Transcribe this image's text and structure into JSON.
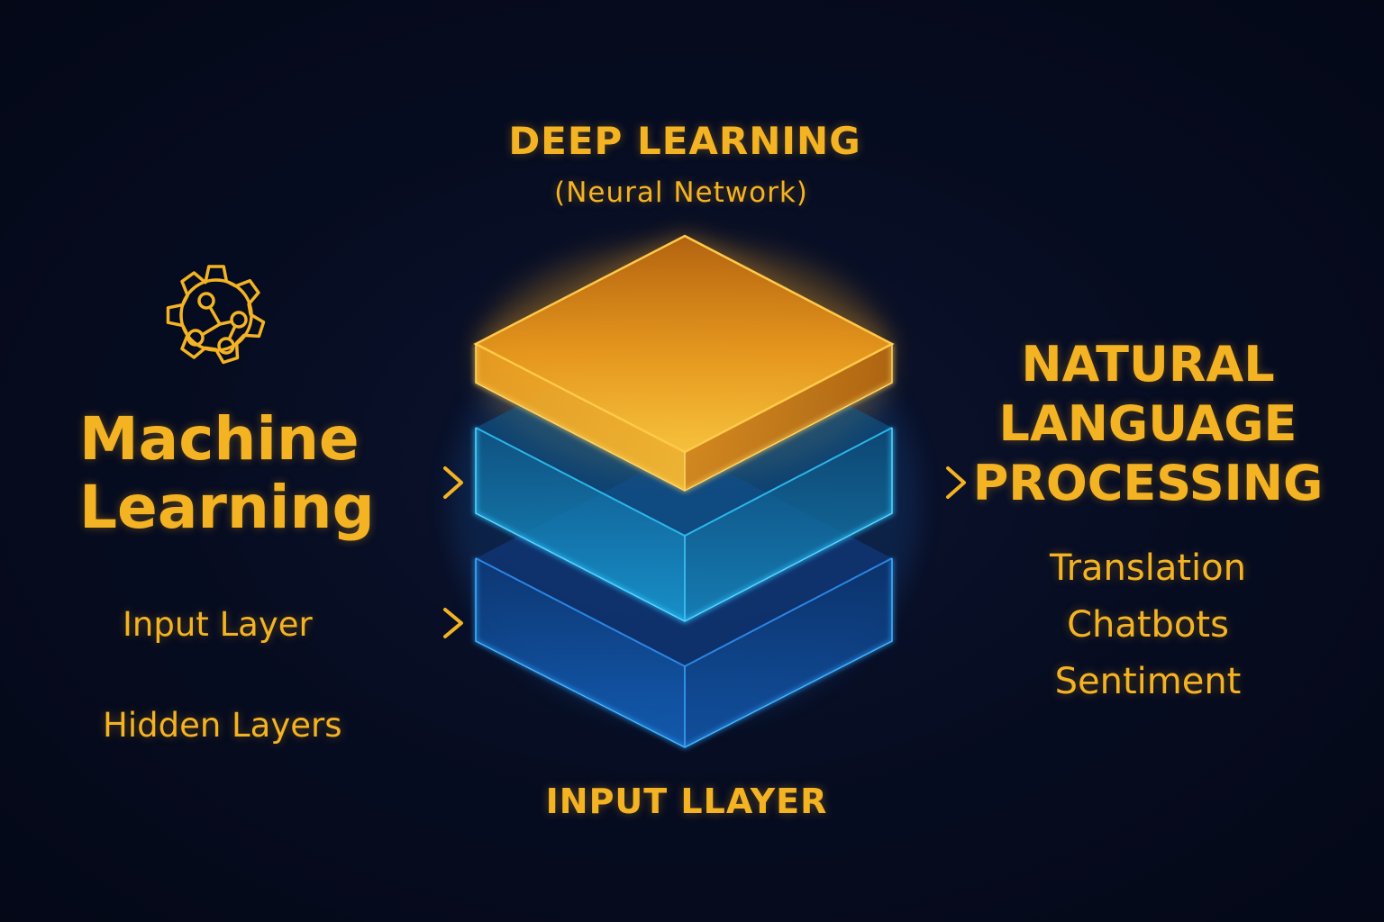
{
  "header": {
    "title": "DEEP LEARNING",
    "subtitle": "(Neural Network)"
  },
  "left": {
    "icon": "gear-network-icon",
    "title_line1": "Machine",
    "title_line2": "Learning",
    "labels": [
      "Input Layer",
      "Hidden Layers"
    ]
  },
  "right": {
    "title_line1": "NATURAL",
    "title_line2": "LANGUAGE",
    "title_line3": "PROCESSING",
    "items": [
      "Translation",
      "Chatbots",
      "Sentiment"
    ]
  },
  "footer": {
    "title": "INPUT LLAYER"
  },
  "colors": {
    "background": "#070d22",
    "accent": "#f4b322",
    "top_layer": "#f5a623",
    "middle_layer": "#1aa3d9",
    "bottom_layer": "#1560b8"
  }
}
